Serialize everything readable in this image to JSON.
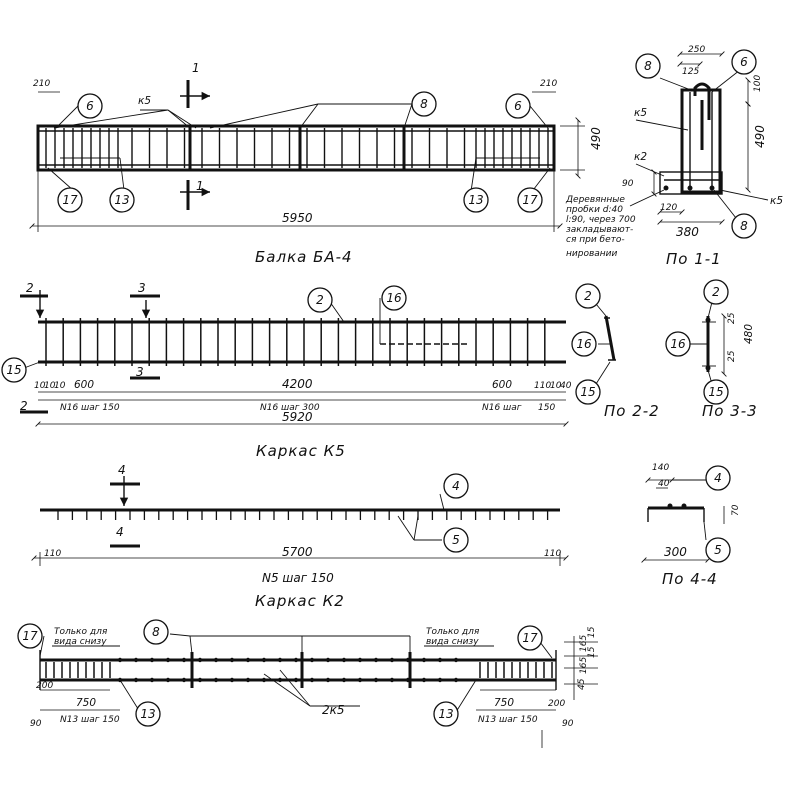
{
  "titles": {
    "beam": "Балка  БА-4",
    "k5": "Каркас  К5",
    "k2": "Каркас  К2",
    "s11": "По 1-1",
    "s22": "По 2-2",
    "s33": "По 3-3",
    "s44": "По 4-4"
  },
  "beam": {
    "len": "5950",
    "h": "490",
    "end_l": "210",
    "end_r": "210",
    "k5_lbl": "к5",
    "cut": "1"
  },
  "sec11": {
    "w_top": "250",
    "w_inner": "125",
    "h_top": "100",
    "h": "490",
    "k5": "к5",
    "k2": "к2",
    "h90": "90",
    "w120": "120",
    "w380": "380",
    "k5r": "к5",
    "note": [
      "Деревянные",
      "пробки d:40",
      "l:90, через 700",
      "закладывают-",
      "ся при бето-",
      "нировании"
    ]
  },
  "k5": {
    "d_10a": "10",
    "d_10b": "10",
    "d_10c": "10",
    "d_600l": "600",
    "d_4200": "4200",
    "d_600r": "600",
    "d_110": "110",
    "d_10d": "10",
    "d_40": "40",
    "step_l": "N16 шаг 150",
    "step_c": "N16 шаг 300",
    "step_r": "N16 шаг",
    "step_r2": "150",
    "total": "5920",
    "cut2": "2",
    "cut3": "3"
  },
  "sec33": {
    "d_25a": "25",
    "d_480": "480",
    "d_25b": "25"
  },
  "k2": {
    "d_110l": "110",
    "d_5700": "5700",
    "d_110r": "110",
    "step": "N5 шаг 150",
    "cut4": "4"
  },
  "sec44": {
    "d_140": "140",
    "d_40": "40",
    "d_70": "70",
    "d_300": "300"
  },
  "bottom": {
    "note_l": [
      "Только для",
      "вида снизу"
    ],
    "note_r": [
      "Только для",
      "вида снизу"
    ],
    "d_200l": "200",
    "d_90l": "90",
    "d_750l": "750",
    "step_l": "N13 шаг 150",
    "d_750r": "750",
    "d_200r": "200",
    "d_90r": "90",
    "step_r": "N13 шаг 150",
    "label_2k5": "2к5",
    "r_15a": "15",
    "r_165": "165",
    "r_15b": "15",
    "r_165b": "165",
    "r_45": "45"
  },
  "callouts": {
    "c6": "6",
    "c8": "8",
    "c17": "17",
    "c13": "13",
    "c2": "2",
    "c16": "16",
    "c15": "15",
    "c4": "4",
    "c5": "5"
  }
}
